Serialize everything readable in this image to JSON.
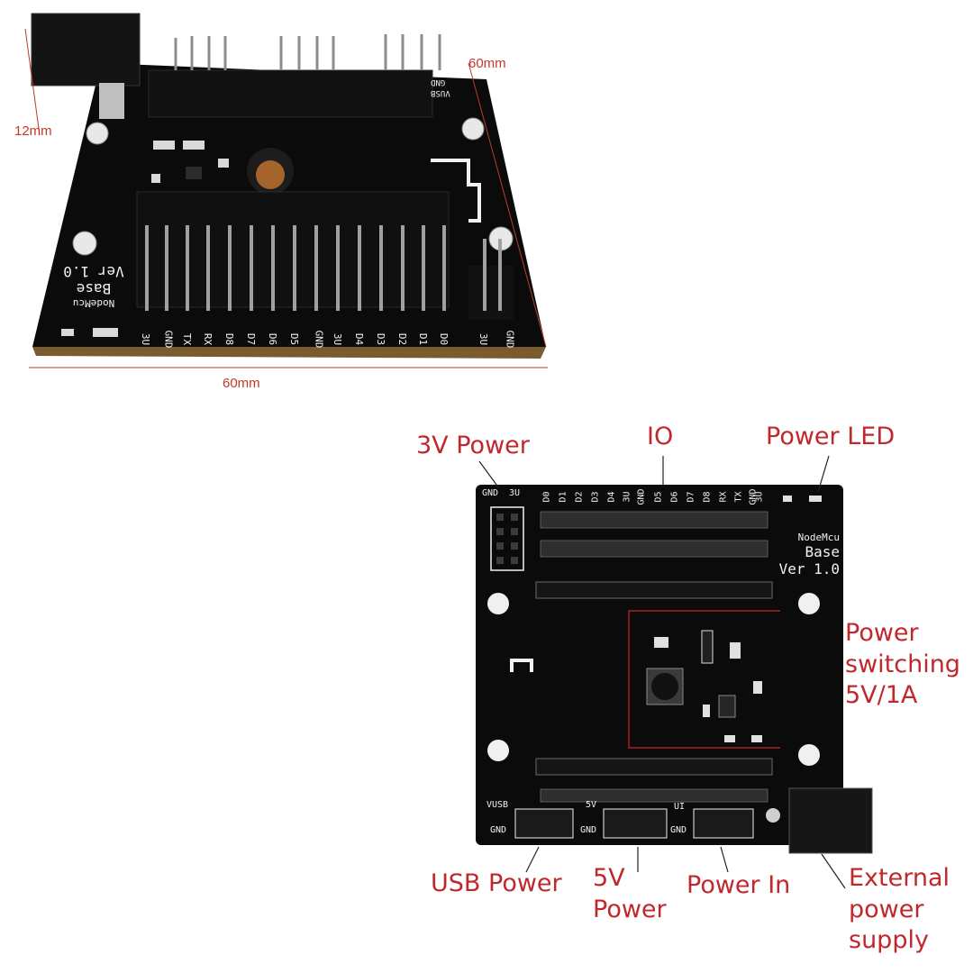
{
  "top_photo": {
    "dimensions": {
      "height": "12mm",
      "width_right": "60mm",
      "width_bottom": "60mm"
    },
    "silkscreen": {
      "line1": "NodeMcu",
      "line2": "Base",
      "line3": "Ver 1.0"
    },
    "pin_labels": [
      "3U",
      "GND",
      "TX",
      "RX",
      "D8",
      "D7",
      "D6",
      "D5",
      "GND",
      "3U",
      "D4",
      "D3",
      "D2",
      "D1",
      "D0"
    ],
    "side_labels": [
      "3U",
      "GND"
    ],
    "corner_labels": [
      "GND",
      "VUSB"
    ]
  },
  "bottom_photo": {
    "top_pin_labels": [
      "GND",
      "3U",
      "D0",
      "D1",
      "D2",
      "D3",
      "D4",
      "3U",
      "GND",
      "D5",
      "D6",
      "D7",
      "D8",
      "RX",
      "TX",
      "GND",
      "3U"
    ],
    "silkscreen": {
      "line1": "NodeMcu",
      "line2": "Base",
      "line3": "Ver 1.0"
    },
    "bottom_pin_labels": {
      "vusb": "VUSB",
      "gnd1": "GND",
      "v5": "5V",
      "gnd2": "GND",
      "vi": "UI",
      "gnd3": "GND"
    },
    "callouts": {
      "power_3v": "3V Power",
      "io": "IO",
      "power_led": "Power LED",
      "power_switching": [
        "Power",
        "switching",
        "5V/1A"
      ],
      "usb_power": "USB Power",
      "power_5v": [
        "5V",
        "Power"
      ],
      "power_in": "Power In",
      "external_power": [
        "External",
        "power",
        "supply"
      ]
    }
  },
  "colors": {
    "pcb": "#0b0b0b",
    "silkscreen": "#f2f2f2",
    "callout": "#c0282d",
    "header_metal": "#9a9a9a"
  }
}
